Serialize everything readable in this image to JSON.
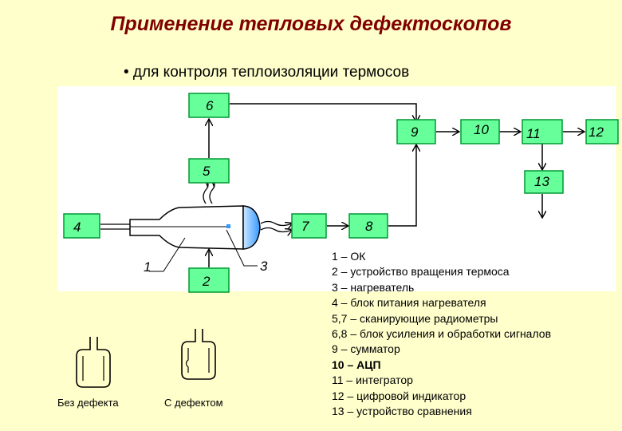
{
  "title": "Применение тепловых дефектоскопов",
  "subtitle": "• для контроля теплоизоляции термосов",
  "blocks": {
    "b1": "1",
    "b2": "2",
    "b3": "3",
    "b4": "4",
    "b5": "5",
    "b6": "6",
    "b7": "7",
    "b8": "8",
    "b9": "9",
    "b10": "10",
    "b11": "11",
    "b12": "12",
    "b13": "13"
  },
  "legend": [
    "1 – ОК",
    "2 – устройство вращения термоса",
    "3 – нагреватель",
    "4 – блок питания нагревателя",
    "5,7 – сканирующие радиометры",
    "6,8 – блок усиления и обработки сигналов",
    "9 – сумматор",
    "10 – АЦП",
    "11 – интегратор",
    "12 – цифровой индикатор",
    "13 – устройство сравнения"
  ],
  "captions": {
    "no_defect": "Без дефекта",
    "with_defect": "С дефектом"
  },
  "colors": {
    "block_fill": "#66ff99",
    "block_stroke": "#009933",
    "title_color": "#800000",
    "bottle_fill": "#ffffff",
    "bottle_cap": "#3399ff",
    "background": "#ffffcc"
  }
}
